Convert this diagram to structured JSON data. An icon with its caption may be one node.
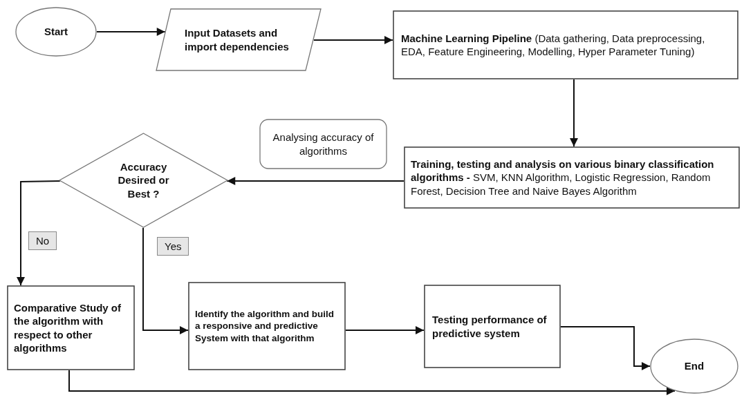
{
  "diagram": {
    "nodes": [
      {
        "text": [
          "Start"
        ]
      },
      {
        "text": [
          "Input Datasets and import dependencies"
        ]
      },
      {
        "text": [
          "**Machine Learning Pipeline** (Data gathering, Data preprocessing, EDA, Feature Engineering, Modelling, Hyper Parameter Tuning)"
        ]
      },
      {
        "text": [
          "Analysing accuracy of algorithms"
        ]
      },
      {
        "text": [
          "**Training, testing and analysis on various binary classification algorithms -** SVM, KNN Algorithm, Logistic Regression, Random Forest, Decision Tree and Naive Bayes Algorithm"
        ]
      },
      {
        "text": [
          "Accuracy Desired or Best ?"
        ]
      },
      {
        "text": [
          "Comparative Study of the algorithm with respect to other algorithms"
        ]
      },
      {
        "text": [
          "Identify the algorithm and build a responsive and predictive System with that algorithm"
        ]
      },
      {
        "text": [
          "Testing performance of predictive system"
        ]
      },
      {
        "text": [
          "End"
        ]
      }
    ],
    "edges": [
      {
        "from": 0,
        "to": 1,
        "arrow": "to"
      },
      {
        "from": 1,
        "to": 2,
        "arrow": "to"
      },
      {
        "from": 2,
        "to": 4,
        "arrow": "to"
      },
      {
        "from": 4,
        "to": 5,
        "arrow": "to"
      },
      {
        "from": 5,
        "to": 6,
        "arrow": "to",
        "label": "No"
      },
      {
        "from": 5,
        "to": 7,
        "arrow": "to",
        "label": "Yes"
      },
      {
        "from": 7,
        "to": 8,
        "arrow": "to"
      },
      {
        "from": 8,
        "to": 9,
        "arrow": "to"
      },
      {
        "from": 6,
        "to": 9,
        "arrow": "to"
      }
    ]
  }
}
